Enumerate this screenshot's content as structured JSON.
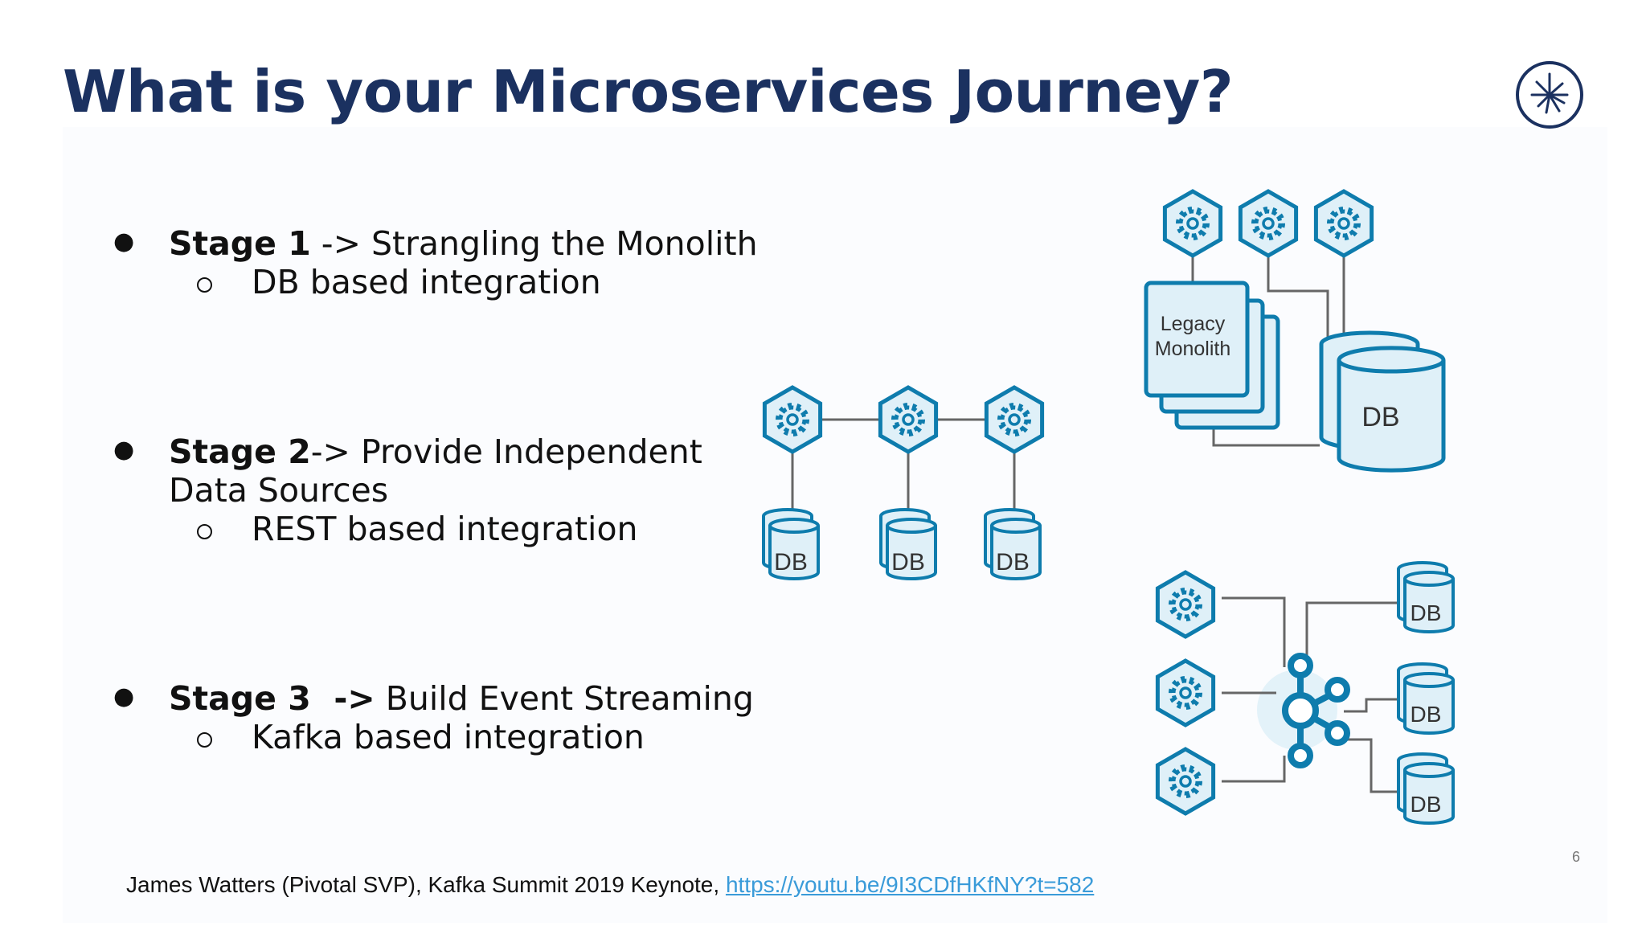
{
  "slide": {
    "title": "What is your Microservices Journey?",
    "page_number": "6"
  },
  "stages": [
    {
      "label": "Stage 1",
      "rest": " -> Strangling the Monolith",
      "sub": "DB based integration"
    },
    {
      "label": "Stage 2",
      "rest": "-> Provide Independent",
      "rest2": "Data Sources",
      "sub": "REST based integration"
    },
    {
      "label": "Stage 3",
      "arrow": "  ->",
      "rest": " Build Event Streaming",
      "sub": "Kafka based integration"
    }
  ],
  "diagrams": {
    "monolith": {
      "box_label_1": "Legacy",
      "box_label_2": "Monolith",
      "db_label": "DB"
    },
    "rest": {
      "db_label": "DB"
    },
    "kafka": {
      "db_label": "DB"
    }
  },
  "footer": {
    "text": "James Watters (Pivotal SVP), Kafka Summit 2019 Keynote, ",
    "link": "https://youtu.be/9I3CDfHKfNY?t=582"
  },
  "colors": {
    "title": "#1b3160",
    "accent": "#0e7cad",
    "fill": "#dff0f8",
    "link": "#3a9bd9"
  },
  "icons": [
    "gear-hexagon-icon",
    "database-icon",
    "kafka-icon",
    "company-logo-icon"
  ]
}
